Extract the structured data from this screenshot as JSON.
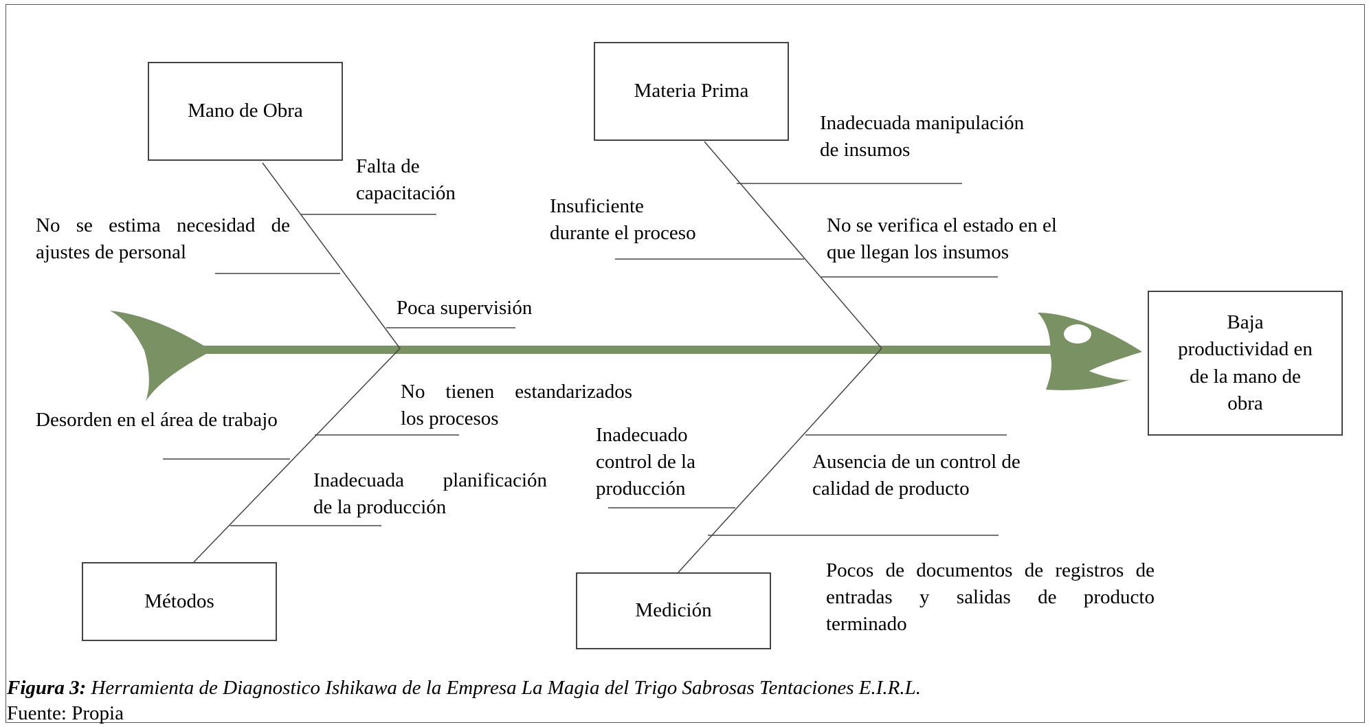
{
  "categories": {
    "mano_de_obra": "Mano de Obra",
    "materia_prima": "Materia Prima",
    "metodos": "Métodos",
    "medicion": "Medición"
  },
  "effect": [
    "Baja",
    "productividad en",
    "de la mano de",
    "obra"
  ],
  "causes": {
    "falta_capacitacion": [
      "Falta de",
      "capacitación"
    ],
    "no_estima": [
      "No se estima necesidad de",
      "ajustes de personal"
    ],
    "poca_supervision": [
      "Poca supervisión"
    ],
    "inadecuada_manipulacion": [
      "Inadecuada manipulación",
      "de insumos"
    ],
    "insuficiente": [
      "Insuficiente",
      "durante el proceso"
    ],
    "no_verifica": [
      "No se verifica el estado  en el",
      "que llegan los insumos"
    ],
    "no_estandarizados": [
      "No tienen estandarizados",
      "los procesos"
    ],
    "desorden": [
      "Desorden en el área de trabajo"
    ],
    "inadecuada_planificacion": [
      "Inadecuada planificación",
      "de la producción"
    ],
    "inadecuado_control": [
      "Inadecuado",
      "control de la",
      "producción"
    ],
    "ausencia_control": [
      "Ausencia de un control de",
      "calidad de producto"
    ],
    "pocos_documentos": [
      "Pocos de documentos de registros de",
      "entradas y salidas de producto",
      "terminado"
    ]
  },
  "caption": {
    "figure_label": "Figura 3:",
    "figure_title": " Herramienta de Diagnostico Ishikawa de la Empresa La Magia del Trigo Sabrosas Tentaciones E.I.R.L.",
    "source": "Fuente: Propia"
  },
  "colors": {
    "fish": "#7a9163",
    "line": "#444444"
  }
}
